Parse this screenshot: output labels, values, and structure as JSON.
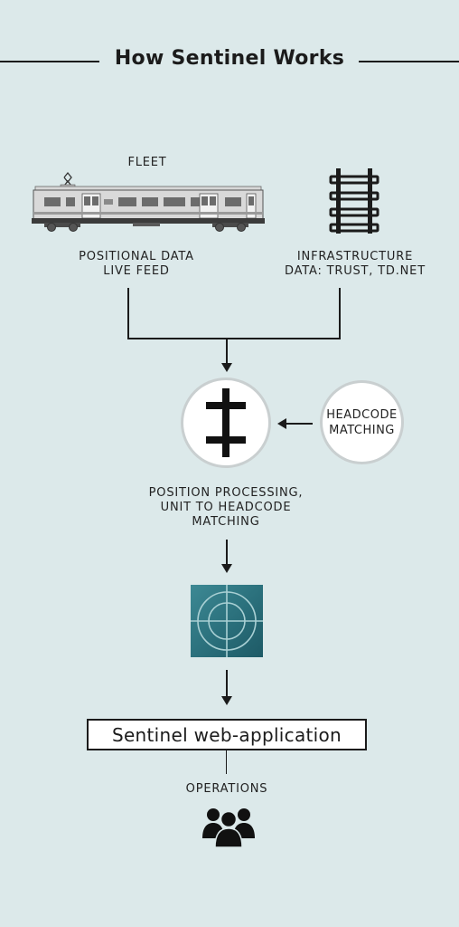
{
  "title": "How Sentinel Works",
  "nodes": {
    "fleet": "FLEET",
    "positional_line1": "POSITIONAL DATA",
    "positional_line2": "LIVE FEED",
    "infra_line1": "INFRASTRUCTURE",
    "infra_line2": "DATA: TRUST, TD.NET",
    "headcode_line1": "HEADCODE",
    "headcode_line2": "MATCHING",
    "processing_line1": "POSITION PROCESSING,",
    "processing_line2": "UNIT TO HEADCODE",
    "processing_line3": "MATCHING",
    "webapp": "Sentinel web-application",
    "operations": "OPERATIONS"
  },
  "icons": [
    "train-icon",
    "rail-track-icon",
    "sentinel-logo-icon",
    "radar-icon",
    "people-icon"
  ],
  "colors": {
    "background": "#dce9ea",
    "line": "#1b1b1b",
    "radar": "#2f7a86"
  }
}
